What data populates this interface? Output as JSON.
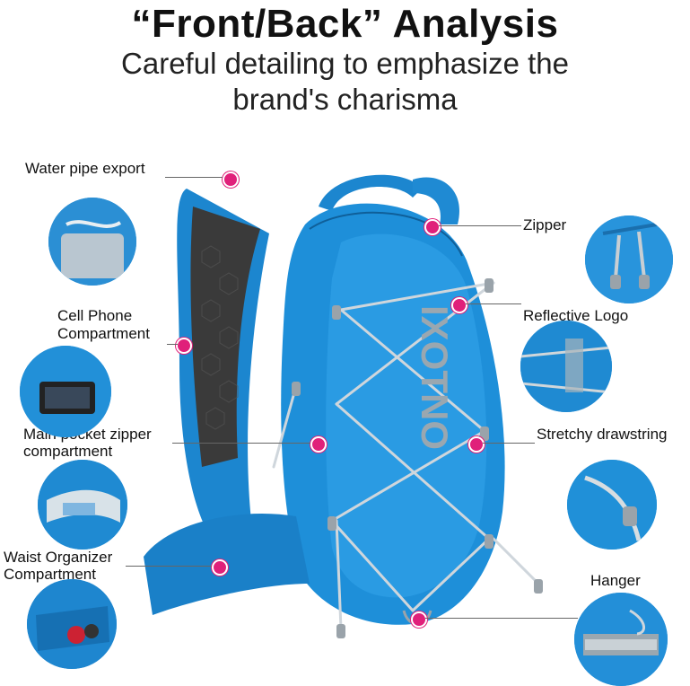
{
  "header": {
    "title": "“Front/Back”  Analysis",
    "subtitle_line1": "Careful detailing to emphasize the",
    "subtitle_line2": "brand's charisma"
  },
  "callouts": {
    "water_pipe": "Water pipe export",
    "cell_phone_line1": "Cell Phone",
    "cell_phone_line2": "Compartment",
    "main_pocket_line1": "Main pocket zipper",
    "main_pocket_line2": "compartment",
    "waist_line1": "Waist Organizer",
    "waist_line2": "Compartment",
    "zipper": "Zipper",
    "reflective_logo": "Reflective Logo",
    "stretchy": "Stretchy drawstring",
    "hanger": "Hanger"
  },
  "brand_logo": "IXOTNO",
  "colors": {
    "pack_blue": "#1e8fd9",
    "accent_dot": "#e0207a"
  }
}
